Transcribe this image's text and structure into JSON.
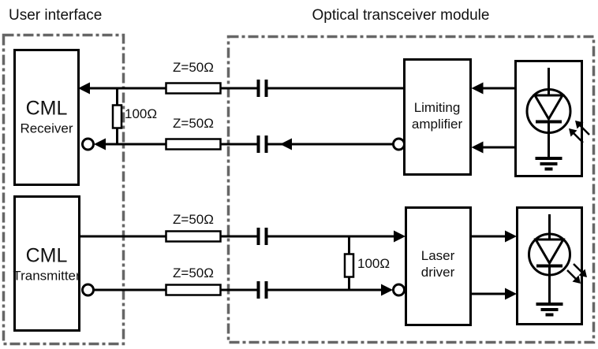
{
  "titles": {
    "left": "User interface",
    "right": "Optical transceiver module"
  },
  "blocks": {
    "cml_receiver": {
      "line1": "CML",
      "line2": "Receiver"
    },
    "cml_transmitter": {
      "line1": "CML",
      "line2": "Transmitter"
    },
    "limiting_amplifier": {
      "line1": "Limiting",
      "line2": "amplifier"
    },
    "laser_driver": {
      "line1": "Laser",
      "line2": "driver"
    }
  },
  "labels": {
    "rx_top_impedance": "Z=50Ω",
    "rx_bottom_impedance": "Z=50Ω",
    "tx_top_impedance": "Z=50Ω",
    "tx_bottom_impedance": "Z=50Ω",
    "rx_termination": "100Ω",
    "tx_termination": "100Ω"
  },
  "icons": {
    "photodiode": "photodiode-icon",
    "laser_diode": "laser-diode-icon"
  },
  "colors": {
    "wire": "#000000",
    "boundary": "#666666",
    "background": "#ffffff"
  }
}
